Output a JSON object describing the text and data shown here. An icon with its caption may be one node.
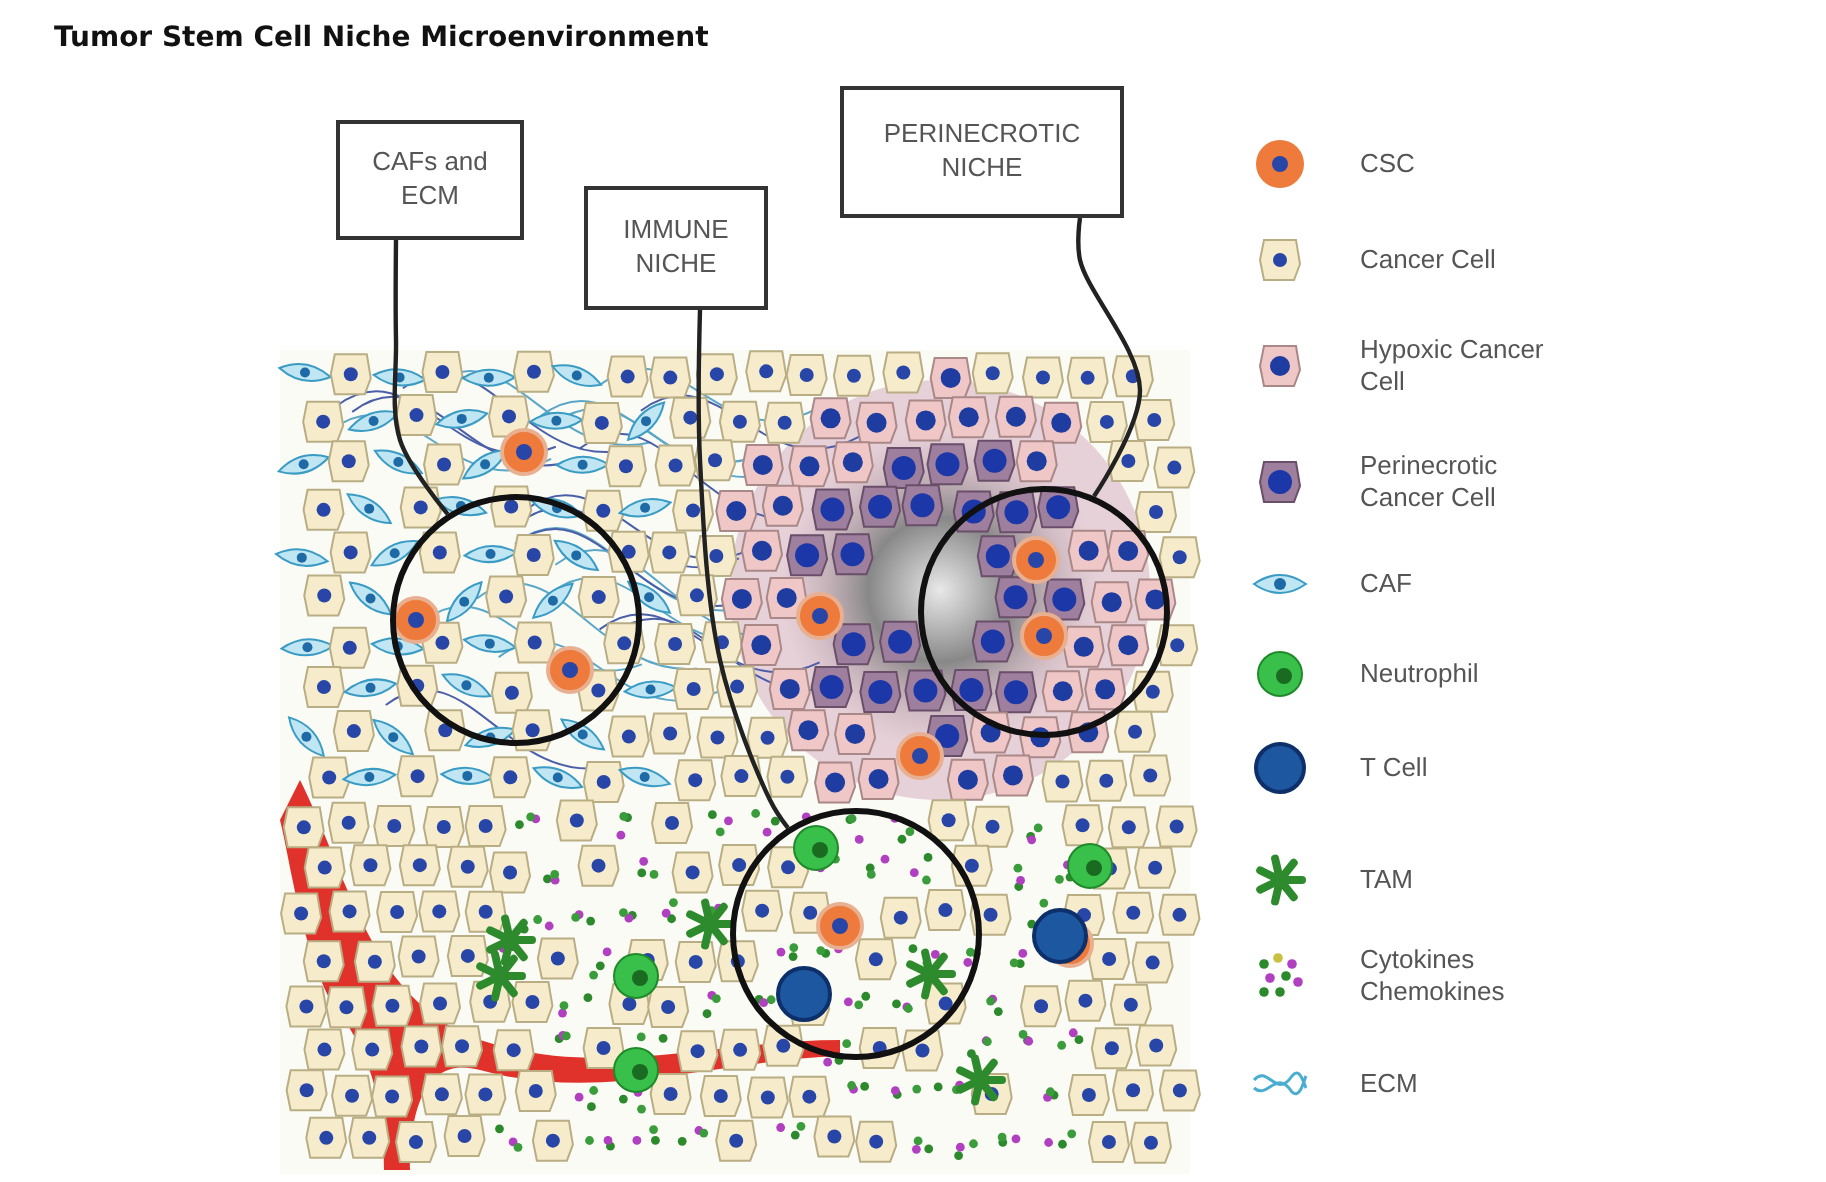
{
  "diagram": {
    "title": "Tumor Stem Cell Niche Microenvironment",
    "nodes": [
      {
        "text": [
          "CAFs and ECM"
        ]
      },
      {
        "text": [
          "IMMUNE NICHE"
        ]
      },
      {
        "text": [
          "PERINECROTIC NICHE"
        ]
      },
      {
        "text": [],
        "shape": "circle"
      },
      {
        "text": [],
        "shape": "circle"
      },
      {
        "text": [],
        "shape": "circle"
      }
    ],
    "edges": [
      {
        "from": 0,
        "to": 3,
        "arrow": "none"
      },
      {
        "from": 1,
        "to": 4,
        "arrow": "none"
      },
      {
        "from": 2,
        "to": 5,
        "arrow": "none"
      }
    ],
    "legend": [
      {
        "text": "CSC"
      },
      {
        "text": "Cancer Cell"
      },
      {
        "text": "Hypoxic Cancer Cell"
      },
      {
        "text": "Perinecrotic Cancer Cell"
      },
      {
        "text": "CAF"
      },
      {
        "text": "Neutrophil"
      },
      {
        "text": "T Cell"
      },
      {
        "text": "TAM"
      },
      {
        "text": "Cytokines Chemokines"
      },
      {
        "text": "ECM"
      }
    ]
  }
}
